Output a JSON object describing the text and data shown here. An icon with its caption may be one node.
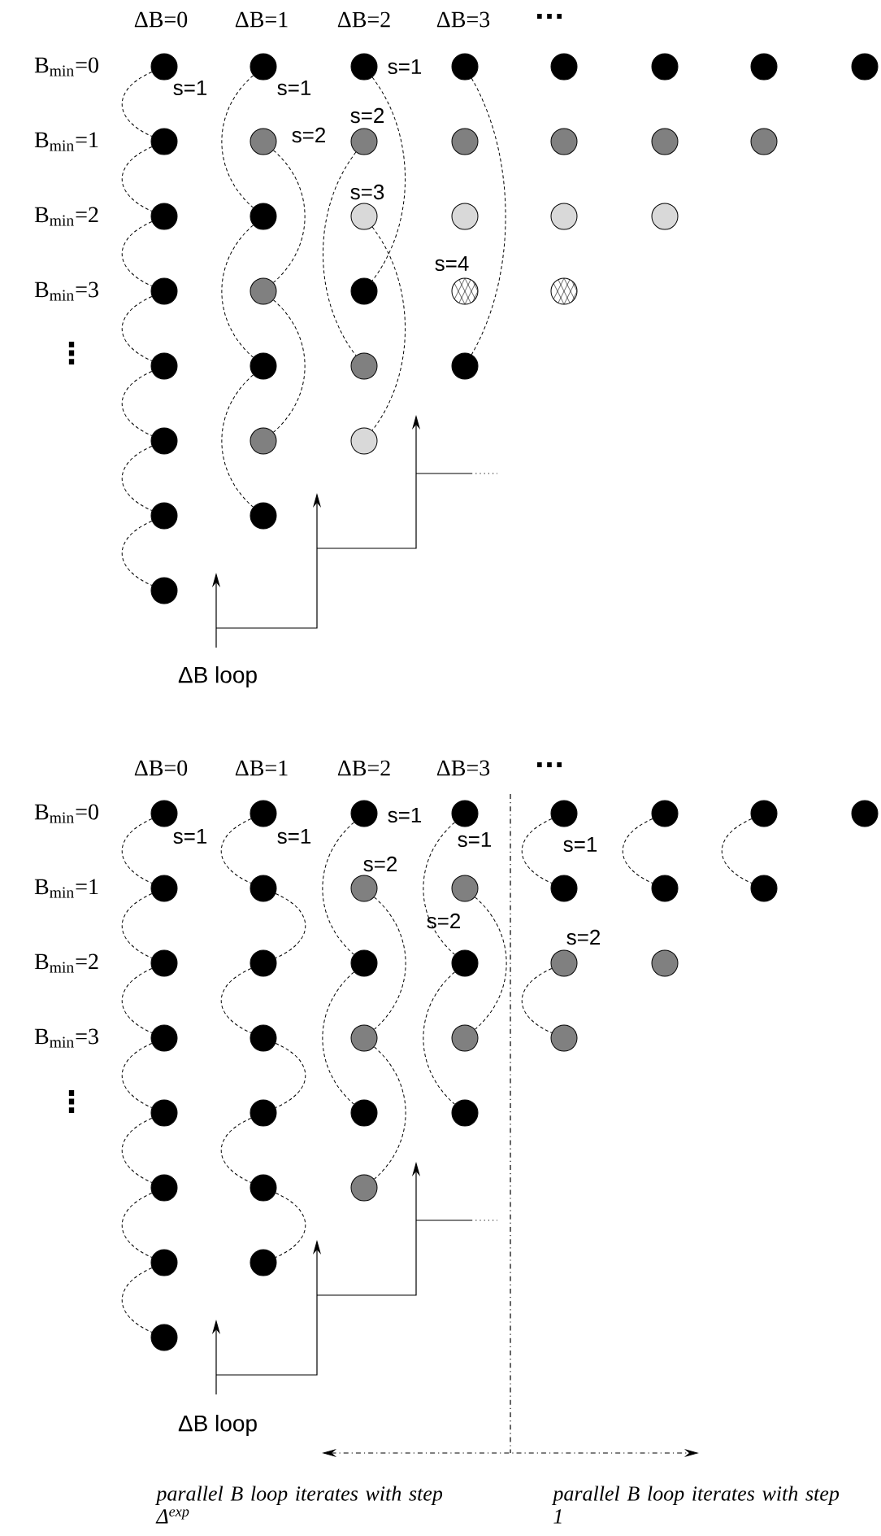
{
  "diagram": {
    "nodes": [
      {
        "text": [],
        "shape": "circle"
      },
      {
        "text": [],
        "shape": "circle"
      },
      {
        "text": [],
        "shape": "circle"
      },
      {
        "text": [],
        "shape": "circle"
      },
      {
        "text": [],
        "shape": "circle"
      },
      {
        "text": [],
        "shape": "circle"
      },
      {
        "text": [],
        "shape": "circle"
      },
      {
        "text": [],
        "shape": "circle"
      },
      {
        "text": [],
        "shape": "circle"
      },
      {
        "text": [],
        "shape": "circle"
      },
      {
        "text": [],
        "shape": "circle"
      },
      {
        "text": [],
        "shape": "circle"
      },
      {
        "text": [],
        "shape": "circle"
      },
      {
        "text": [],
        "shape": "circle"
      },
      {
        "text": [],
        "shape": "circle"
      },
      {
        "text": [],
        "shape": "circle"
      },
      {
        "text": [],
        "shape": "circle"
      },
      {
        "text": [],
        "shape": "circle"
      },
      {
        "text": [],
        "shape": "circle"
      },
      {
        "text": [],
        "shape": "circle"
      },
      {
        "text": [],
        "shape": "circle"
      },
      {
        "text": [],
        "shape": "circle"
      },
      {
        "text": [],
        "shape": "circle"
      },
      {
        "text": [],
        "shape": "circle"
      },
      {
        "text": [],
        "shape": "circle"
      },
      {
        "text": [],
        "shape": "circle"
      },
      {
        "text": [],
        "shape": "circle"
      },
      {
        "text": [],
        "shape": "circle"
      },
      {
        "text": [],
        "shape": "circle"
      },
      {
        "text": [],
        "shape": "circle"
      },
      {
        "text": [],
        "shape": "circle"
      },
      {
        "text": [],
        "shape": "circle"
      },
      {
        "text": [],
        "shape": "circle"
      },
      {
        "text": [],
        "shape": "circle"
      },
      {
        "text": [],
        "shape": "circle"
      },
      {
        "text": [],
        "shape": "circle"
      },
      {
        "text": [],
        "shape": "circle"
      },
      {
        "text": [],
        "shape": "circle"
      },
      {
        "text": [],
        "shape": "circle"
      },
      {
        "text": [],
        "shape": "circle"
      },
      {
        "text": [],
        "shape": "circle"
      },
      {
        "text": [],
        "shape": "circle"
      },
      {
        "text": [],
        "shape": "circle"
      },
      {
        "text": [],
        "shape": "circle"
      },
      {
        "text": [],
        "shape": "circle"
      },
      {
        "text": [],
        "shape": "circle"
      },
      {
        "text": [],
        "shape": "circle"
      },
      {
        "text": [],
        "shape": "circle"
      },
      {
        "text": [],
        "shape": "circle"
      },
      {
        "text": [],
        "shape": "circle"
      },
      {
        "text": [],
        "shape": "circle"
      },
      {
        "text": [],
        "shape": "circle"
      },
      {
        "text": [],
        "shape": "circle"
      },
      {
        "text": [],
        "shape": "circle"
      },
      {
        "text": [],
        "shape": "circle"
      },
      {
        "text": [],
        "shape": "circle"
      },
      {
        "text": [],
        "shape": "circle"
      },
      {
        "text": [],
        "shape": "circle"
      },
      {
        "text": [],
        "shape": "circle"
      },
      {
        "text": [],
        "shape": "circle"
      },
      {
        "text": [],
        "shape": "circle"
      },
      {
        "text": [],
        "shape": "circle"
      },
      {
        "text": [],
        "shape": "circle"
      },
      {
        "text": [],
        "shape": "circle"
      },
      {
        "text": [],
        "shape": "circle"
      },
      {
        "text": [],
        "shape": "circle"
      },
      {
        "text": [],
        "shape": "circle"
      },
      {
        "text": [],
        "shape": "circle"
      },
      {
        "text": [],
        "shape": "circle"
      },
      {
        "text": [],
        "shape": "circle"
      },
      {
        "text": [],
        "shape": "circle"
      },
      {
        "text": [],
        "shape": "circle"
      }
    ],
    "edges": [
      {
        "from": 0,
        "to": 8,
        "arrow": "none",
        "style": "dashed"
      },
      {
        "from": 8,
        "to": 15,
        "arrow": "none",
        "style": "dashed"
      },
      {
        "from": 15,
        "to": 21,
        "arrow": "none",
        "style": "dashed"
      },
      {
        "from": 21,
        "to": 26,
        "arrow": "none",
        "style": "dashed"
      },
      {
        "from": 26,
        "to": 30,
        "arrow": "none",
        "style": "dashed"
      },
      {
        "from": 30,
        "to": 33,
        "arrow": "none",
        "style": "dashed"
      },
      {
        "from": 33,
        "to": 35,
        "arrow": "none",
        "style": "dashed"
      },
      {
        "from": 1,
        "to": 16,
        "arrow": "none",
        "style": "dashed"
      },
      {
        "from": 16,
        "to": 27,
        "arrow": "none",
        "style": "dashed"
      },
      {
        "from": 27,
        "to": 34,
        "arrow": "none",
        "style": "dashed"
      },
      {
        "from": 9,
        "to": 22,
        "arrow": "none",
        "style": "dashed"
      },
      {
        "from": 22,
        "to": 31,
        "arrow": "none",
        "style": "dashed"
      },
      {
        "from": 2,
        "to": 23,
        "arrow": "none",
        "style": "dashed"
      },
      {
        "from": 10,
        "to": 28,
        "arrow": "none",
        "style": "dashed"
      },
      {
        "from": 17,
        "to": 32,
        "arrow": "none",
        "style": "dashed"
      },
      {
        "from": 3,
        "to": 29,
        "arrow": "none",
        "style": "dashed"
      },
      {
        "from": 36,
        "to": 44,
        "arrow": "none",
        "style": "dashed"
      },
      {
        "from": 44,
        "to": 51,
        "arrow": "none",
        "style": "dashed"
      },
      {
        "from": 51,
        "to": 57,
        "arrow": "none",
        "style": "dashed"
      },
      {
        "from": 57,
        "to": 62,
        "arrow": "none",
        "style": "dashed"
      },
      {
        "from": 62,
        "to": 66,
        "arrow": "none",
        "style": "dashed"
      },
      {
        "from": 66,
        "to": 69,
        "arrow": "none",
        "style": "dashed"
      },
      {
        "from": 69,
        "to": 71,
        "arrow": "none",
        "style": "dashed"
      },
      {
        "from": 37,
        "to": 45,
        "arrow": "none",
        "style": "dashed"
      },
      {
        "from": 45,
        "to": 52,
        "arrow": "none",
        "style": "dashed"
      },
      {
        "from": 52,
        "to": 58,
        "arrow": "none",
        "style": "dashed"
      },
      {
        "from": 58,
        "to": 63,
        "arrow": "none",
        "style": "dashed"
      },
      {
        "from": 63,
        "to": 67,
        "arrow": "none",
        "style": "dashed"
      },
      {
        "from": 67,
        "to": 70,
        "arrow": "none",
        "style": "dashed"
      },
      {
        "from": 38,
        "to": 53,
        "arrow": "none",
        "style": "dashed"
      },
      {
        "from": 53,
        "to": 64,
        "arrow": "none",
        "style": "dashed"
      },
      {
        "from": 46,
        "to": 59,
        "arrow": "none",
        "style": "dashed"
      },
      {
        "from": 59,
        "to": 68,
        "arrow": "none",
        "style": "dashed"
      },
      {
        "from": 39,
        "to": 54,
        "arrow": "none",
        "style": "dashed"
      },
      {
        "from": 54,
        "to": 65,
        "arrow": "none",
        "style": "dashed"
      },
      {
        "from": 47,
        "to": 60,
        "arrow": "none",
        "style": "dashed"
      },
      {
        "from": 40,
        "to": 48,
        "arrow": "none",
        "style": "dashed"
      },
      {
        "from": 55,
        "to": 61,
        "arrow": "none",
        "style": "dashed"
      },
      {
        "from": 41,
        "to": 49,
        "arrow": "none",
        "style": "dashed"
      },
      {
        "from": 42,
        "to": 50,
        "arrow": "none",
        "style": "dashed"
      }
    ],
    "labels": [
      "ΔB=0",
      "ΔB=1",
      "ΔB=2",
      "ΔB=3",
      "...",
      "B$_{min}$=0",
      "s=1",
      "s=1",
      "s=1",
      "s=2",
      "B$_{min}$=1",
      "s=2",
      "B$_{min}$=2",
      "s=3",
      "s=4",
      "B$_{min}$=3",
      "⋮",
      "ΔB loop",
      "ΔB=0",
      "ΔB=1",
      "ΔB=2",
      "ΔB=3",
      "...",
      "B$_{min}$=0",
      "s=1",
      "s=1",
      "s=1",
      "s=1",
      "s=1",
      "s=2",
      "B$_{min}$=1",
      "s=2",
      "s=2",
      "B$_{min}$=2",
      "B$_{min}$=3",
      "⋮",
      "ΔB loop",
      "parallel B loop iterates with step Δ$^{exp}$",
      "parallel B loop iterates with step 1"
    ]
  }
}
